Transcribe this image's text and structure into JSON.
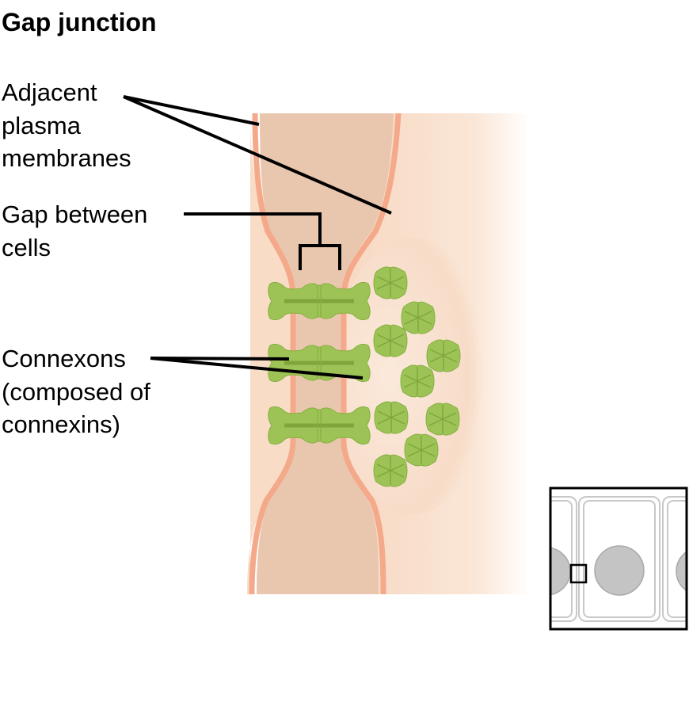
{
  "title": "Gap junction",
  "labels": {
    "membranes": [
      "Adjacent",
      "plasma",
      "membranes"
    ],
    "gap": [
      "Gap between",
      "cells"
    ],
    "connexons": [
      "Connexons",
      "(composed of",
      "connexins)"
    ]
  },
  "colors": {
    "cell_fill": "#f8dcc6",
    "gap_fill": "#e9c7ae",
    "membrane": "#f4a98a",
    "connexon": "#9dc356",
    "connexon_dark": "#7fa93c",
    "inset_nucleus": "#c4c4c4"
  }
}
